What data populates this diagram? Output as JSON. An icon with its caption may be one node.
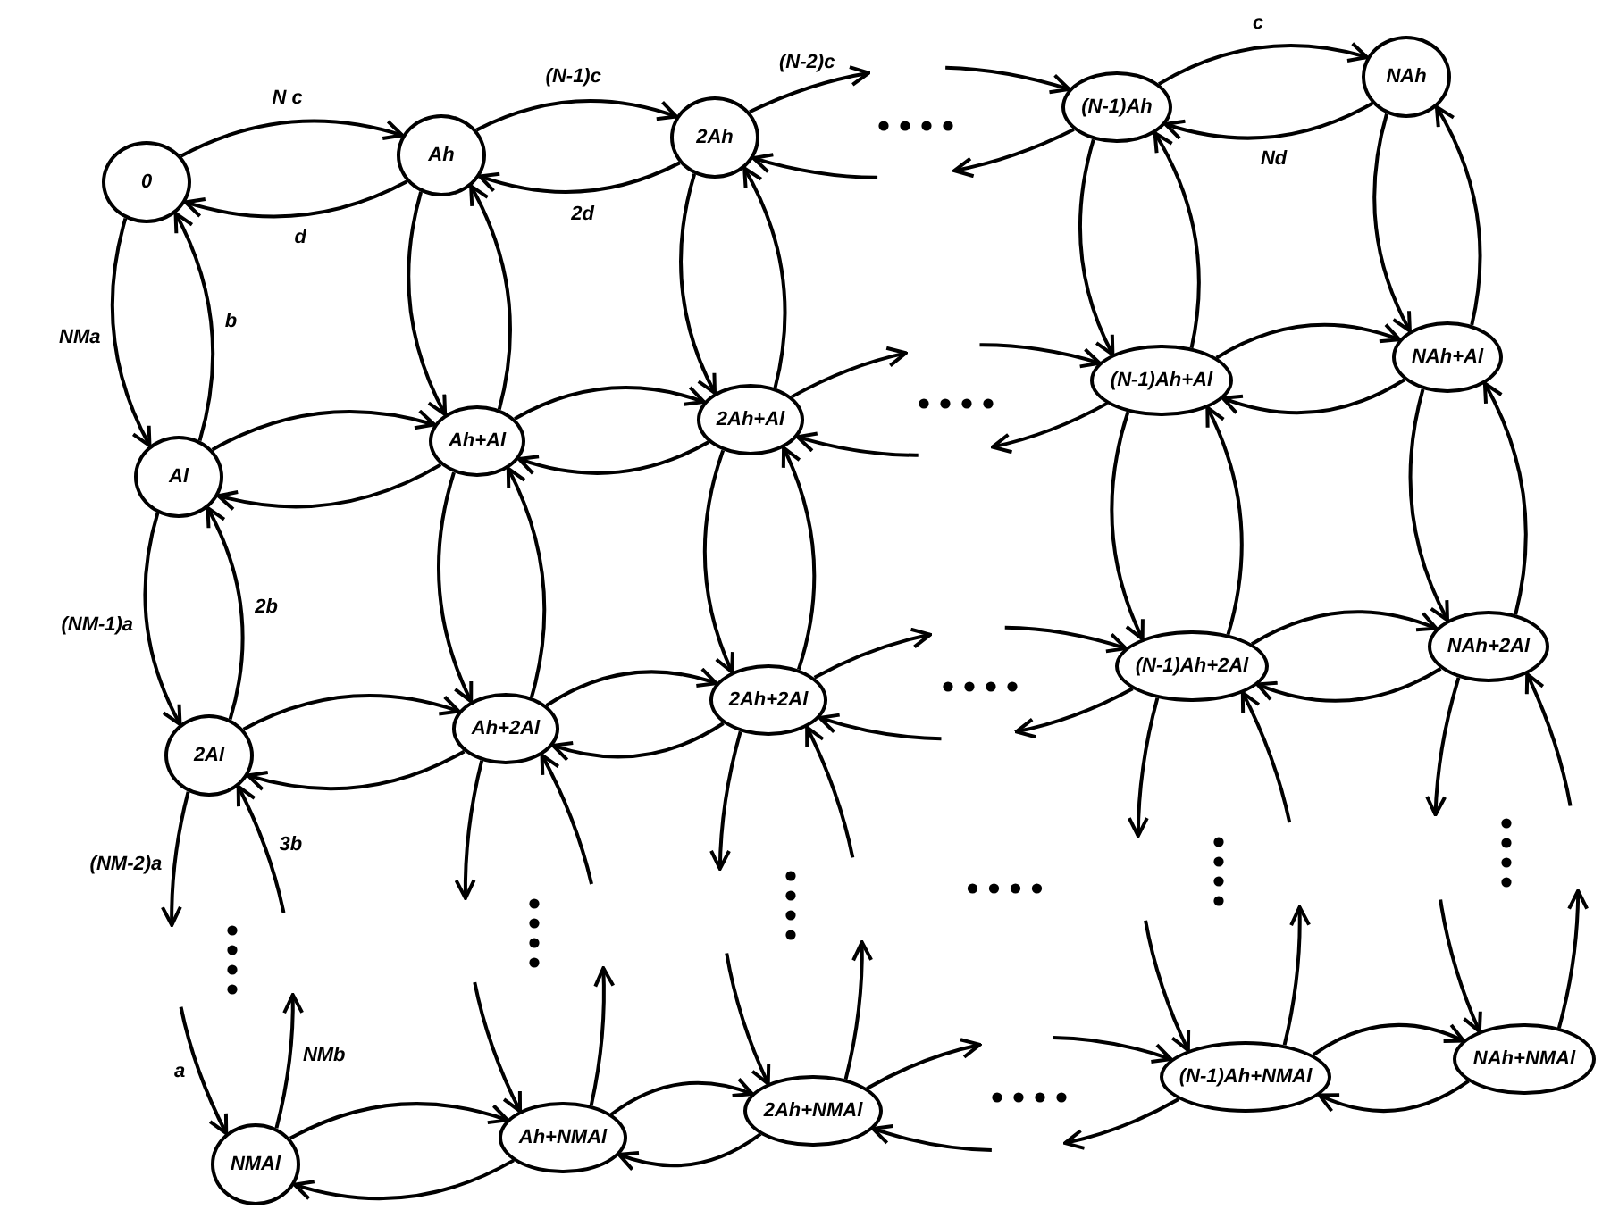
{
  "diagram": {
    "nodes": [
      {
        "text": [
          "0"
        ]
      },
      {
        "text": [
          "Ah"
        ]
      },
      {
        "text": [
          "2Ah"
        ]
      },
      {
        "text": [
          "(N-1)Ah"
        ]
      },
      {
        "text": [
          "NAh"
        ]
      },
      {
        "text": [
          "Al"
        ]
      },
      {
        "text": [
          "Ah+Al"
        ]
      },
      {
        "text": [
          "2Ah+Al"
        ]
      },
      {
        "text": [
          "(N-1)Ah+Al"
        ]
      },
      {
        "text": [
          "NAh+Al"
        ]
      },
      {
        "text": [
          "2Al"
        ]
      },
      {
        "text": [
          "Ah+2Al"
        ]
      },
      {
        "text": [
          "2Ah+2Al"
        ]
      },
      {
        "text": [
          "(N-1)Ah+2Al"
        ]
      },
      {
        "text": [
          "NAh+2Al"
        ]
      },
      {
        "text": [
          "NMAl"
        ]
      },
      {
        "text": [
          "Ah+NMAl"
        ]
      },
      {
        "text": [
          "2Ah+NMAl"
        ]
      },
      {
        "text": [
          "(N-1)Ah+NMAl"
        ]
      },
      {
        "text": [
          "NAh+NMAl"
        ]
      }
    ],
    "edges": [
      {
        "from": 0,
        "to": 1,
        "arrow": "to",
        "label": "N c"
      },
      {
        "from": 1,
        "to": 0,
        "arrow": "to",
        "label": "d"
      },
      {
        "from": 1,
        "to": 2,
        "arrow": "to",
        "label": "(N-1)c"
      },
      {
        "from": 2,
        "to": 1,
        "arrow": "to",
        "label": "2d"
      },
      {
        "from": 2,
        "to": null,
        "arrow": "to",
        "label": "(N-2)c"
      },
      {
        "from": null,
        "to": 3,
        "arrow": "to"
      },
      {
        "from": 3,
        "to": null,
        "arrow": "to"
      },
      {
        "from": null,
        "to": 2,
        "arrow": "to"
      },
      {
        "from": 3,
        "to": 4,
        "arrow": "to",
        "label": "c"
      },
      {
        "from": 4,
        "to": 3,
        "arrow": "to",
        "label": "Nd"
      },
      {
        "from": 5,
        "to": 6,
        "arrow": "to"
      },
      {
        "from": 6,
        "to": 5,
        "arrow": "to"
      },
      {
        "from": 6,
        "to": 7,
        "arrow": "to"
      },
      {
        "from": 7,
        "to": 6,
        "arrow": "to"
      },
      {
        "from": 7,
        "to": null,
        "arrow": "to"
      },
      {
        "from": null,
        "to": 8,
        "arrow": "to"
      },
      {
        "from": 8,
        "to": null,
        "arrow": "to"
      },
      {
        "from": null,
        "to": 7,
        "arrow": "to"
      },
      {
        "from": 8,
        "to": 9,
        "arrow": "to"
      },
      {
        "from": 9,
        "to": 8,
        "arrow": "to"
      },
      {
        "from": 10,
        "to": 11,
        "arrow": "to"
      },
      {
        "from": 11,
        "to": 10,
        "arrow": "to"
      },
      {
        "from": 11,
        "to": 12,
        "arrow": "to"
      },
      {
        "from": 12,
        "to": 11,
        "arrow": "to"
      },
      {
        "from": 12,
        "to": null,
        "arrow": "to"
      },
      {
        "from": null,
        "to": 13,
        "arrow": "to"
      },
      {
        "from": 13,
        "to": null,
        "arrow": "to"
      },
      {
        "from": null,
        "to": 12,
        "arrow": "to"
      },
      {
        "from": 13,
        "to": 14,
        "arrow": "to"
      },
      {
        "from": 14,
        "to": 13,
        "arrow": "to"
      },
      {
        "from": 15,
        "to": 16,
        "arrow": "to"
      },
      {
        "from": 16,
        "to": 15,
        "arrow": "to"
      },
      {
        "from": 16,
        "to": 17,
        "arrow": "to"
      },
      {
        "from": 17,
        "to": 16,
        "arrow": "to"
      },
      {
        "from": 17,
        "to": null,
        "arrow": "to"
      },
      {
        "from": null,
        "to": 18,
        "arrow": "to"
      },
      {
        "from": 18,
        "to": null,
        "arrow": "to"
      },
      {
        "from": null,
        "to": 17,
        "arrow": "to"
      },
      {
        "from": 18,
        "to": 19,
        "arrow": "to"
      },
      {
        "from": 19,
        "to": 18,
        "arrow": "to"
      },
      {
        "from": 0,
        "to": 5,
        "arrow": "to",
        "label": "NMa"
      },
      {
        "from": 5,
        "to": 0,
        "arrow": "to",
        "label": "b"
      },
      {
        "from": 5,
        "to": 10,
        "arrow": "to",
        "label": "(NM-1)a"
      },
      {
        "from": 10,
        "to": 5,
        "arrow": "to",
        "label": "2b"
      },
      {
        "from": 10,
        "to": null,
        "arrow": "to",
        "label": "(NM-2)a"
      },
      {
        "from": null,
        "to": 15,
        "arrow": "to",
        "label": "a"
      },
      {
        "from": 15,
        "to": null,
        "arrow": "to",
        "label": "NMb"
      },
      {
        "from": null,
        "to": 10,
        "arrow": "to",
        "label": "3b"
      },
      {
        "from": 1,
        "to": 6,
        "arrow": "to"
      },
      {
        "from": 6,
        "to": 1,
        "arrow": "to"
      },
      {
        "from": 6,
        "to": 11,
        "arrow": "to"
      },
      {
        "from": 11,
        "to": 6,
        "arrow": "to"
      },
      {
        "from": 11,
        "to": null,
        "arrow": "to"
      },
      {
        "from": null,
        "to": 16,
        "arrow": "to"
      },
      {
        "from": 16,
        "to": null,
        "arrow": "to"
      },
      {
        "from": null,
        "to": 11,
        "arrow": "to"
      },
      {
        "from": 2,
        "to": 7,
        "arrow": "to"
      },
      {
        "from": 7,
        "to": 2,
        "arrow": "to"
      },
      {
        "from": 7,
        "to": 12,
        "arrow": "to"
      },
      {
        "from": 12,
        "to": 7,
        "arrow": "to"
      },
      {
        "from": 12,
        "to": null,
        "arrow": "to"
      },
      {
        "from": null,
        "to": 17,
        "arrow": "to"
      },
      {
        "from": 17,
        "to": null,
        "arrow": "to"
      },
      {
        "from": null,
        "to": 12,
        "arrow": "to"
      },
      {
        "from": 3,
        "to": 8,
        "arrow": "to"
      },
      {
        "from": 8,
        "to": 3,
        "arrow": "to"
      },
      {
        "from": 8,
        "to": 13,
        "arrow": "to"
      },
      {
        "from": 13,
        "to": 8,
        "arrow": "to"
      },
      {
        "from": 13,
        "to": null,
        "arrow": "to"
      },
      {
        "from": null,
        "to": 18,
        "arrow": "to"
      },
      {
        "from": 18,
        "to": null,
        "arrow": "to"
      },
      {
        "from": null,
        "to": 13,
        "arrow": "to"
      },
      {
        "from": 4,
        "to": 9,
        "arrow": "to"
      },
      {
        "from": 9,
        "to": 4,
        "arrow": "to"
      },
      {
        "from": 9,
        "to": 14,
        "arrow": "to"
      },
      {
        "from": 14,
        "to": 9,
        "arrow": "to"
      },
      {
        "from": 14,
        "to": null,
        "arrow": "to"
      },
      {
        "from": null,
        "to": 19,
        "arrow": "to"
      },
      {
        "from": 19,
        "to": null,
        "arrow": "to"
      },
      {
        "from": null,
        "to": 14,
        "arrow": "to"
      }
    ]
  }
}
